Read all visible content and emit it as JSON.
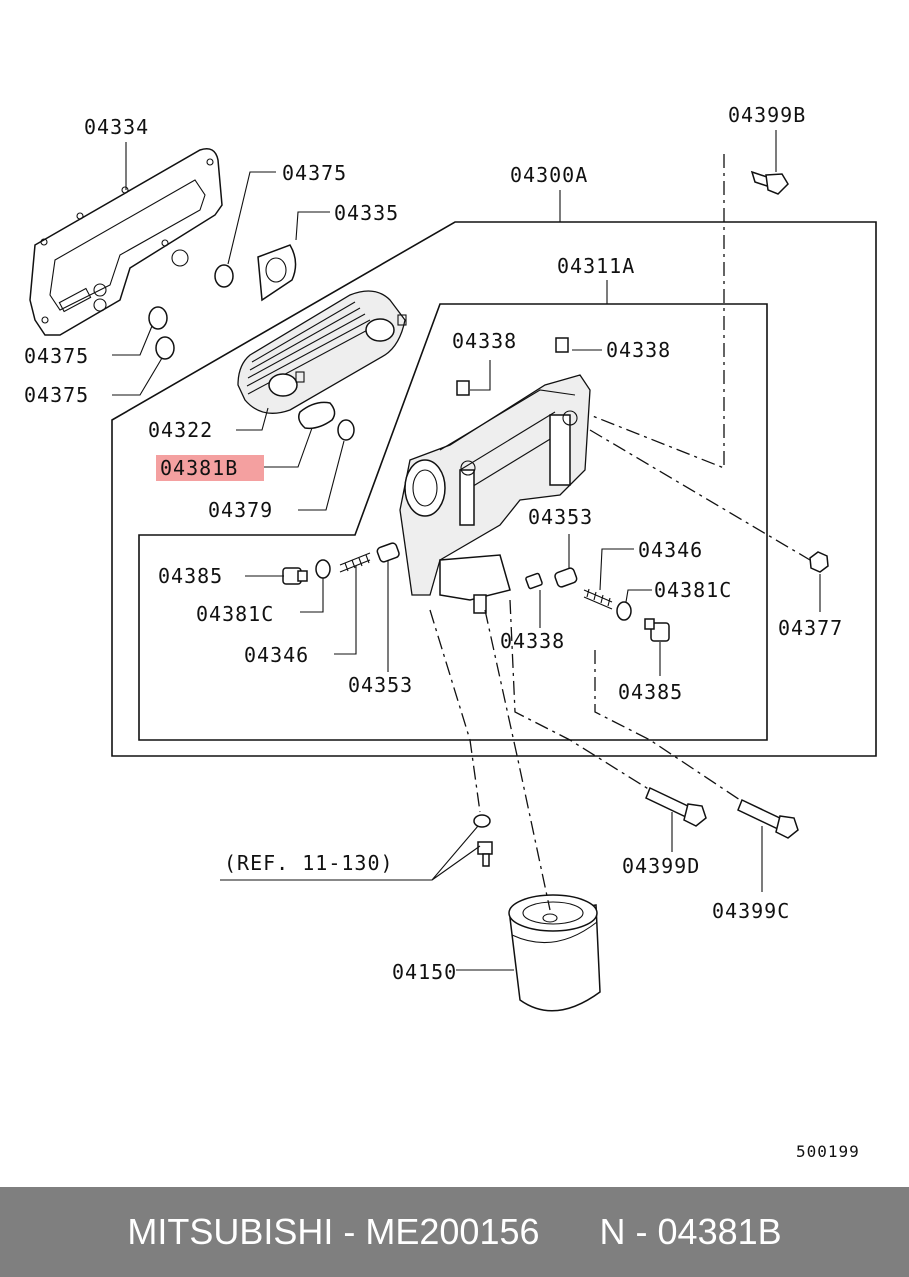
{
  "diagram": {
    "labels": {
      "p04334": "04334",
      "p04375_a": "04375",
      "p04335": "04335",
      "p04300A": "04300A",
      "p04399B": "04399B",
      "p04311A": "04311A",
      "p04375_b": "04375",
      "p04375_c": "04375",
      "p04338_a": "04338",
      "p04338_b": "04338",
      "p04322": "04322",
      "p04381B": "04381B",
      "p04379": "04379",
      "p04353_a": "04353",
      "p04346_a": "04346",
      "p04385_a": "04385",
      "p04381C_a": "04381C",
      "p04346_b": "04346",
      "p04353_b": "04353",
      "p04338_c": "04338",
      "p04381C_b": "04381C",
      "p04377": "04377",
      "p04385_b": "04385",
      "ref": "(REF. 11-130)",
      "p04399D": "04399D",
      "p04399C": "04399C",
      "p04150": "04150",
      "drawing_no": "500199"
    },
    "highlight_color": "#f4a0a0"
  },
  "footer": {
    "brand": "MITSUBISHI",
    "part_number": "ME200156",
    "ref_code": "N - 04381B",
    "separator": " - "
  }
}
